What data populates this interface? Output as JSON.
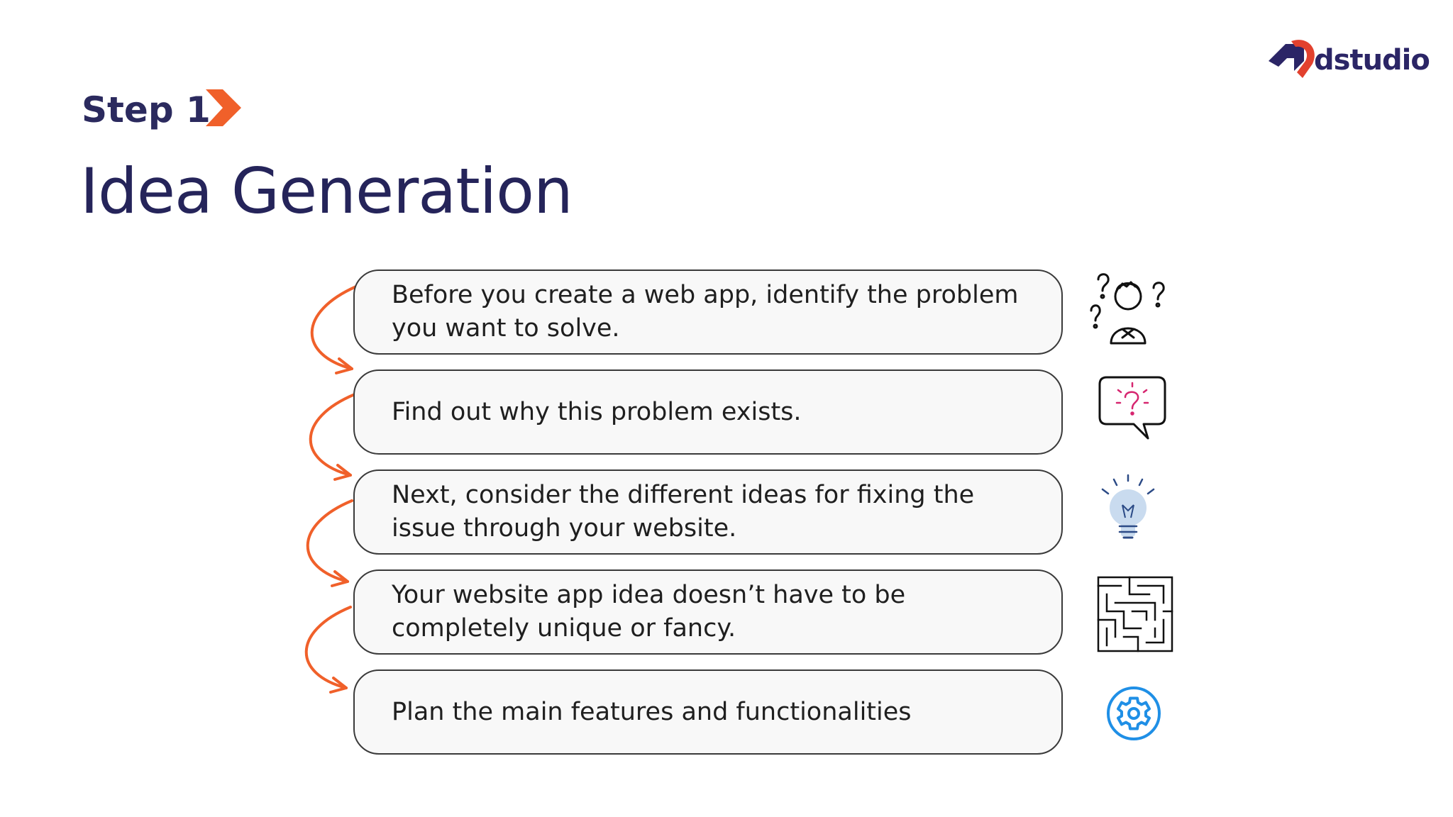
{
  "brand": {
    "name": "dstudio",
    "trademark": "™"
  },
  "header": {
    "step_label": "Step 1",
    "title": "Idea Generation"
  },
  "steps": [
    {
      "text": "Before you create a web app, identify the problem you want to solve.",
      "icon": "confused-person-icon"
    },
    {
      "text": "Find out why this problem exists.",
      "icon": "question-bubble-icon"
    },
    {
      "text": "Next,  consider the different ideas for fixing the issue through your website.",
      "icon": "lightbulb-icon"
    },
    {
      "text": "Your website app idea doesn’t have to be completely unique or fancy.",
      "icon": "maze-icon"
    },
    {
      "text": "Plan the main features and functionalities",
      "icon": "gear-icon"
    }
  ],
  "colors": {
    "accent_orange": "#f0602a",
    "navy": "#2b2566",
    "logo_red": "#e2412e",
    "pink": "#d6256f",
    "gear_blue": "#1f8fe6"
  }
}
